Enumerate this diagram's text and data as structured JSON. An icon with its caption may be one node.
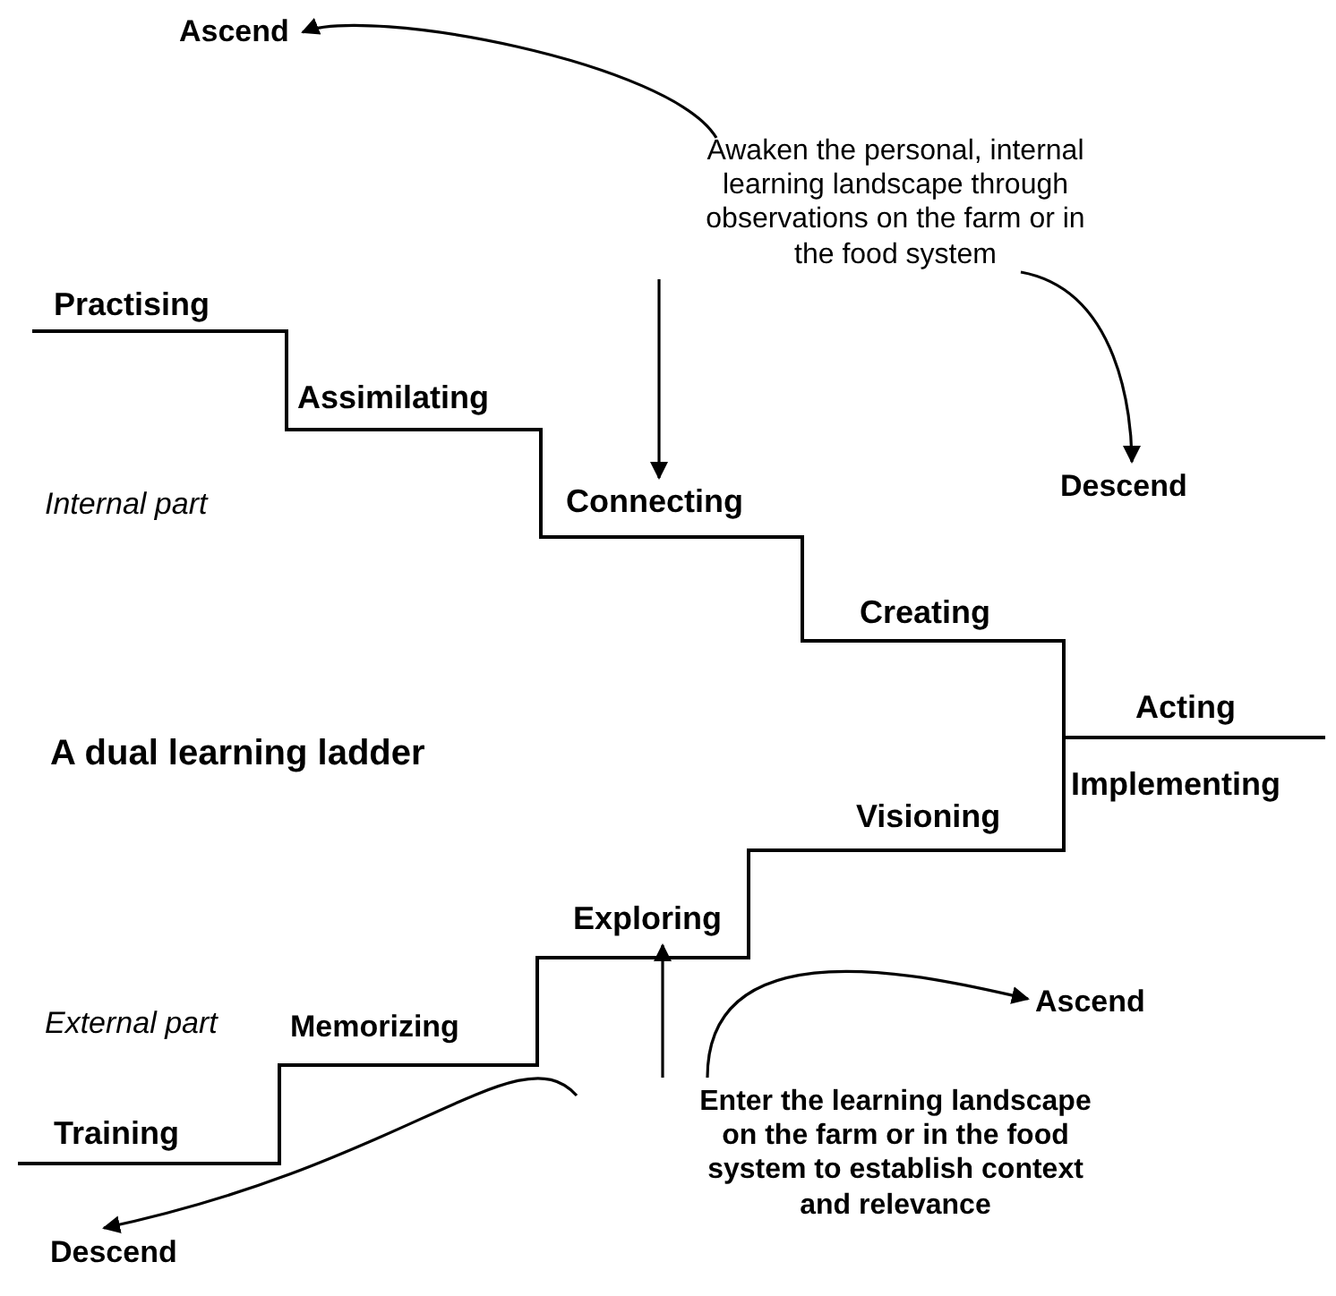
{
  "diagram": {
    "nodes": [
      {
        "text": [
          "Ascend"
        ]
      },
      {
        "text": [
          "Awaken the personal, internal learning landscape through observations on the farm or in the food system"
        ]
      },
      {
        "text": [
          "Descend"
        ]
      },
      {
        "text": [
          "Connecting"
        ]
      },
      {
        "text": [
          "Exploring"
        ]
      },
      {
        "text": [
          "Ascend"
        ]
      },
      {
        "text": [
          "Enter the learning landscape on the farm or in the food system to establish context and relevance"
        ]
      },
      {
        "text": [
          "Descend"
        ]
      }
    ],
    "edges": [
      {
        "from": 1,
        "to": 0,
        "arrow": "to"
      },
      {
        "from": 1,
        "to": 2,
        "arrow": "to"
      },
      {
        "from": 1,
        "to": 3,
        "arrow": "to"
      },
      {
        "from": 6,
        "to": 4,
        "arrow": "to"
      },
      {
        "from": 6,
        "to": 5,
        "arrow": "to"
      },
      {
        "from": 6,
        "to": 7,
        "arrow": "to"
      }
    ],
    "labels": [
      "Practising",
      "Assimilating",
      "Internal part",
      "Creating",
      "Acting",
      "A dual learning ladder",
      "Implementing",
      "Visioning",
      "Memorizing",
      "External part",
      "Training"
    ]
  }
}
